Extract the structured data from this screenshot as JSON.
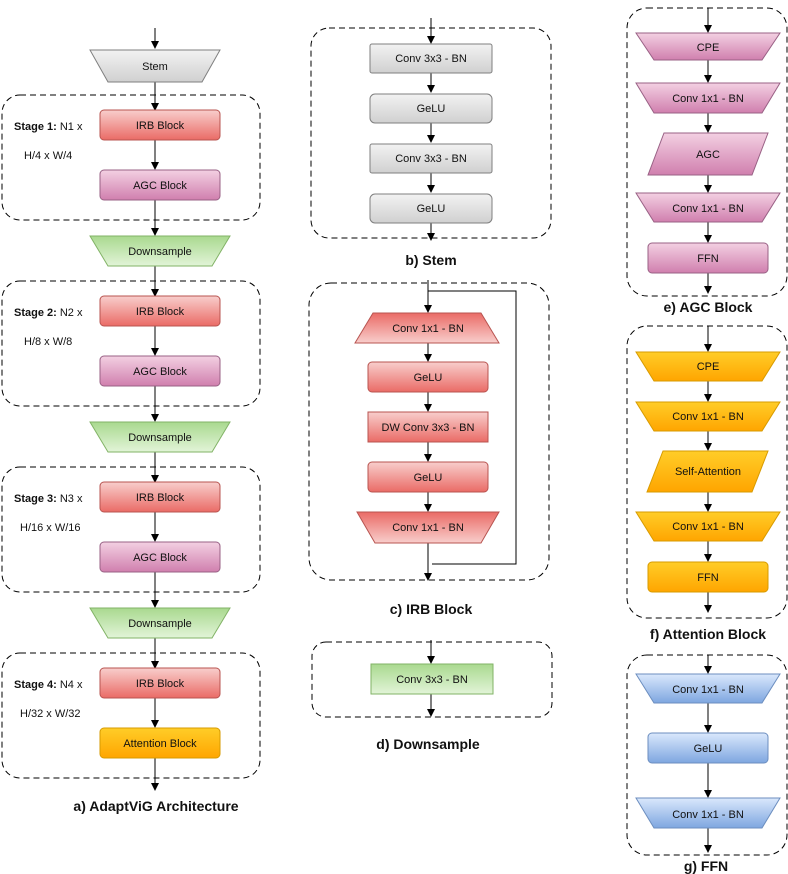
{
  "panel_a": {
    "stem": "Stem",
    "stages": [
      {
        "prefix": "Stage 1:",
        "n": " N1 x",
        "res": "H/4 x W/4",
        "block1": "IRB Block",
        "block2": "AGC Block"
      },
      {
        "prefix": "Stage 2:",
        "n": " N2 x",
        "res": "H/8 x W/8",
        "block1": "IRB Block",
        "block2": "AGC Block"
      },
      {
        "prefix": "Stage 3:",
        "n": " N3 x",
        "res": "H/16 x W/16",
        "block1": "IRB Block",
        "block2": "AGC Block"
      },
      {
        "prefix": "Stage 4:",
        "n": " N4 x",
        "res": "H/32 x W/32",
        "block1": "IRB Block",
        "block2": "Attention Block"
      }
    ],
    "downsample": "Downsample",
    "caption": "a) AdaptViG Architecture"
  },
  "panel_b": {
    "items": [
      "Conv 3x3 - BN",
      "GeLU",
      "Conv 3x3 - BN",
      "GeLU"
    ],
    "caption": "b)  Stem"
  },
  "panel_c": {
    "items": [
      "Conv 1x1 - BN",
      "GeLU",
      "DW Conv 3x3 - BN",
      "GeLU",
      "Conv 1x1 - BN"
    ],
    "caption": "c) IRB Block"
  },
  "panel_d": {
    "items": [
      "Conv 3x3 - BN"
    ],
    "caption": "d) Downsample"
  },
  "panel_e": {
    "items": [
      "CPE",
      "Conv 1x1 - BN",
      "AGC",
      "Conv 1x1 - BN",
      "FFN"
    ],
    "caption": "e) AGC Block"
  },
  "panel_f": {
    "items": [
      "CPE",
      "Conv 1x1 - BN",
      "Self-Attention",
      "Conv 1x1 - BN",
      "FFN"
    ],
    "caption": "f) Attention Block"
  },
  "panel_g": {
    "items": [
      "Conv 1x1 - BN",
      "GeLU",
      "Conv 1x1 - BN"
    ],
    "caption": "g) FFN"
  },
  "colors": {
    "gray_fill": "#e6e6e6",
    "gray_stroke": "#7f7f7f",
    "red_fill": "#f19c99",
    "red_stroke": "#b85450",
    "pink_fill": "#e6a8c8",
    "pink_stroke": "#996185",
    "green_fill": "#c5e8b7",
    "green_stroke": "#82b366",
    "orange_fill": "#ffc61a",
    "orange_stroke": "#d79b00",
    "blue_fill": "#b5cdf0",
    "blue_stroke": "#6c8ebf"
  }
}
